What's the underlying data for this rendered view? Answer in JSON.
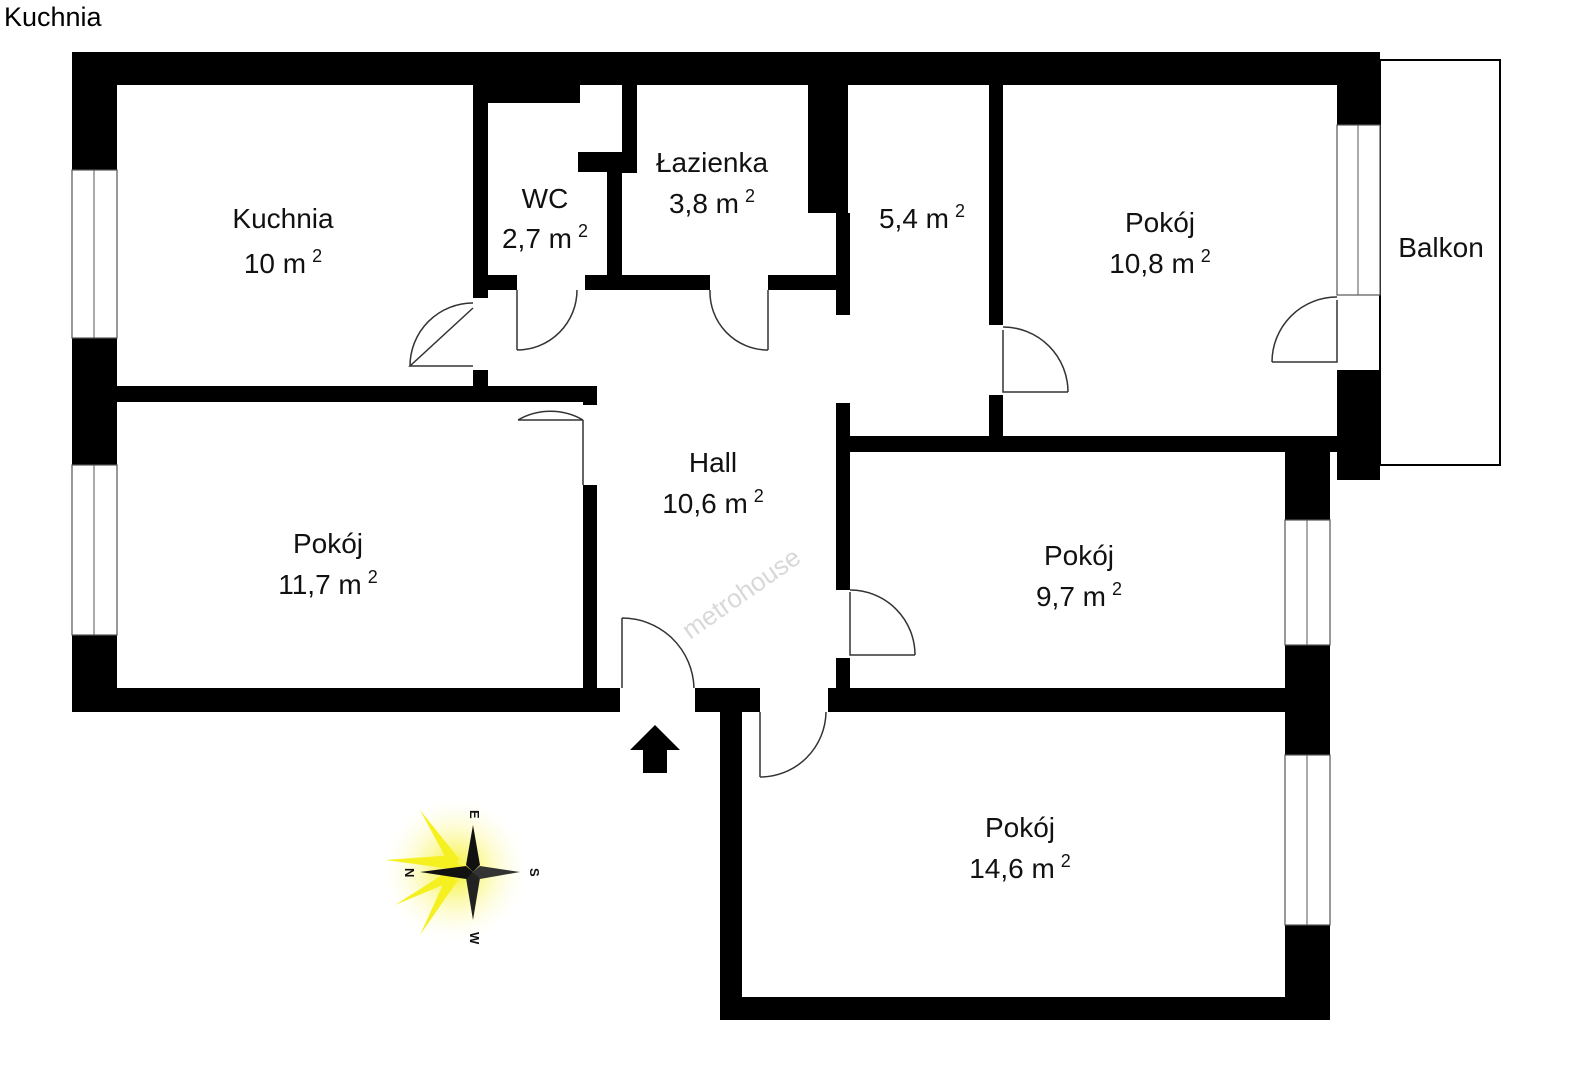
{
  "caption": "Kuchnia",
  "rooms": {
    "kuchnia": {
      "name": "Kuchnia",
      "area": "10 m",
      "sup": "2"
    },
    "wc": {
      "name": "WC",
      "area": "2,7 m",
      "sup": "2"
    },
    "lazienka": {
      "name": "Łazienka",
      "area": "3,8 m",
      "sup": "2"
    },
    "closet": {
      "area": "5,4 m",
      "sup": "2"
    },
    "pokoj_ne": {
      "name": "Pokój",
      "area": "10,8 m",
      "sup": "2"
    },
    "balkon": {
      "name": "Balkon"
    },
    "hall": {
      "name": "Hall",
      "area": "10,6 m",
      "sup": "2"
    },
    "pokoj_w": {
      "name": "Pokój",
      "area": "11,7 m",
      "sup": "2"
    },
    "pokoj_e": {
      "name": "Pokój",
      "area": "9,7 m",
      "sup": "2"
    },
    "pokoj_s": {
      "name": "Pokój",
      "area": "14,6 m",
      "sup": "2"
    }
  },
  "watermark": "metrohouse",
  "compass": {
    "n": "N",
    "e": "E",
    "s": "S",
    "w": "W"
  },
  "colors": {
    "wall": "#000000",
    "compass_glow": "#f5f020"
  }
}
